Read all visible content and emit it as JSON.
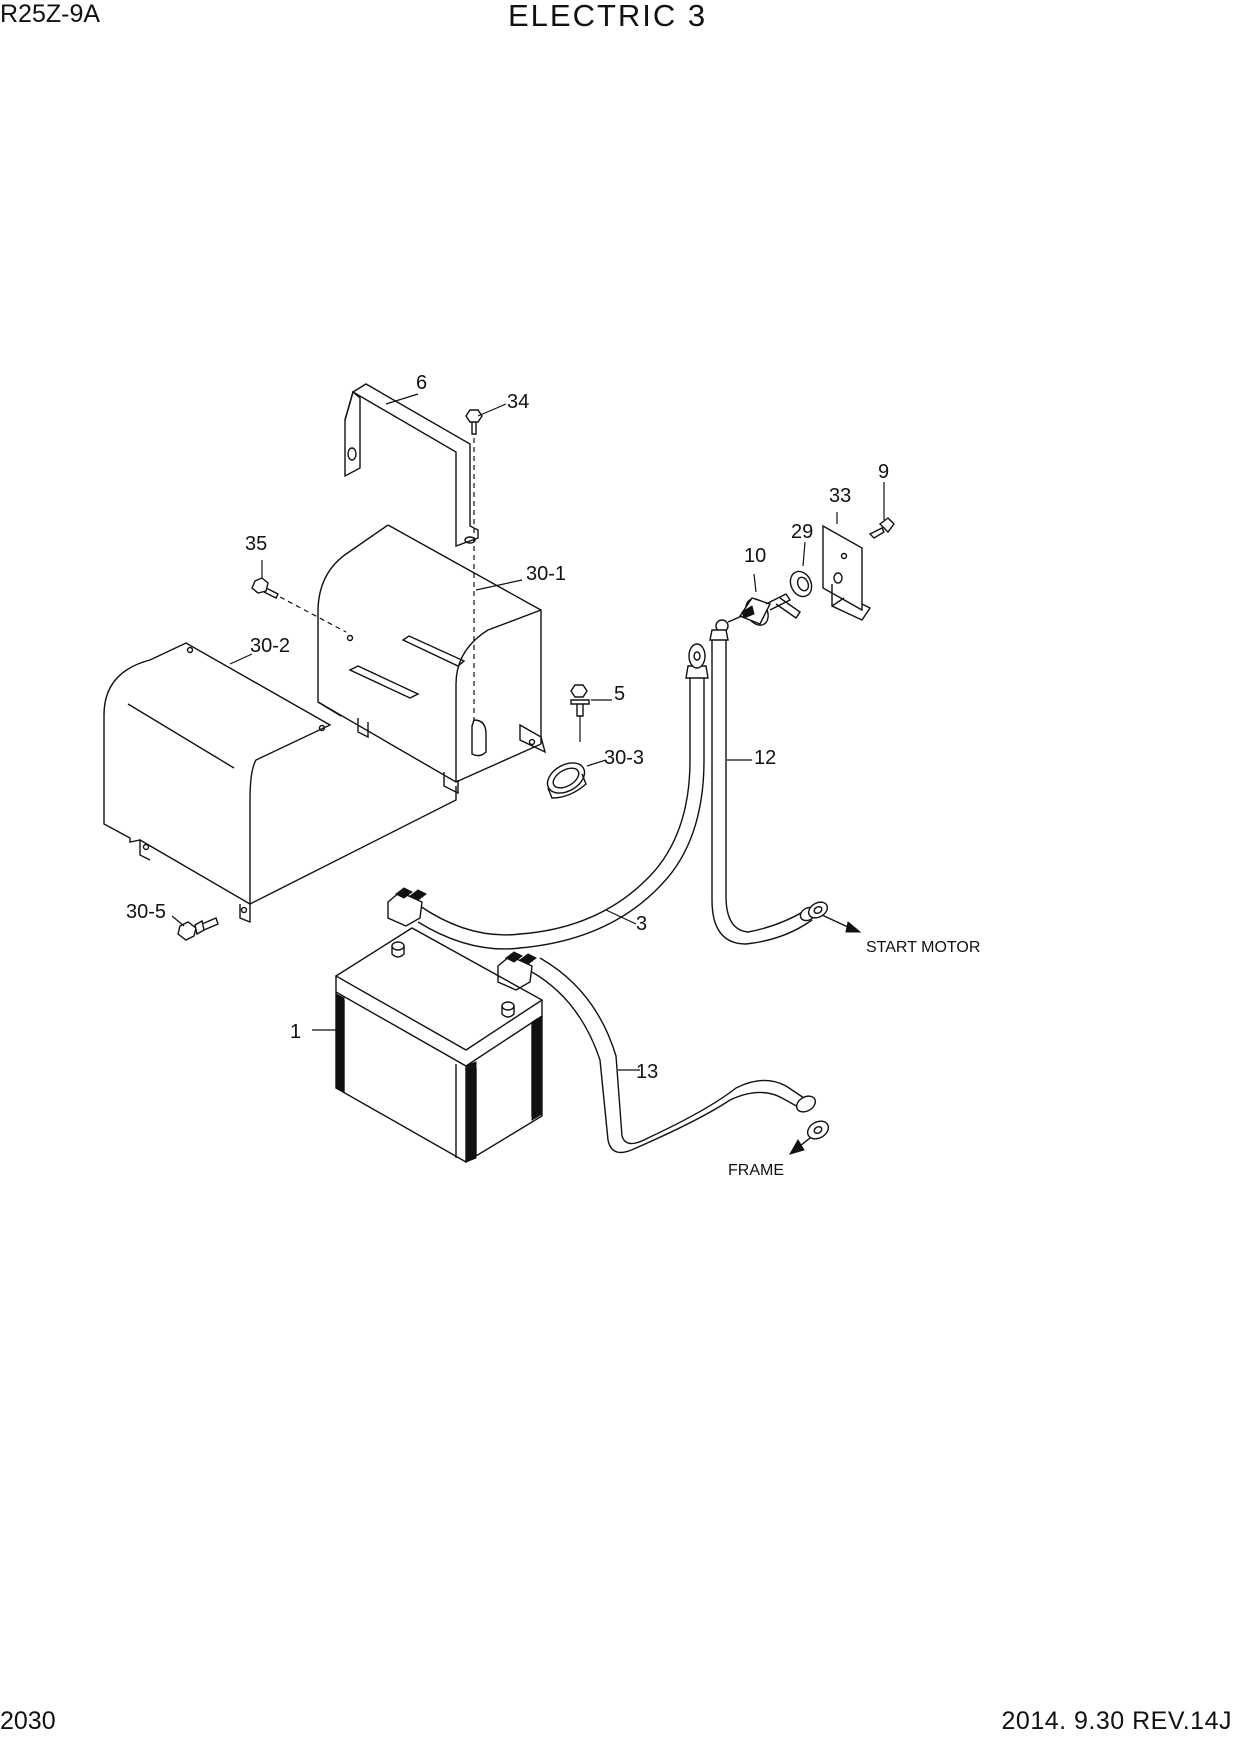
{
  "header": {
    "model": "R25Z-9A",
    "title": "ELECTRIC 3"
  },
  "footer": {
    "page": "2030",
    "revision": "2014. 9.30  REV.14J"
  },
  "callouts": {
    "c1": "1",
    "c3": "3",
    "c5": "5",
    "c6": "6",
    "c9": "9",
    "c10": "10",
    "c12": "12",
    "c13": "13",
    "c29": "29",
    "c30_1": "30-1",
    "c30_2": "30-2",
    "c30_3": "30-3",
    "c30_5": "30-5",
    "c33": "33",
    "c34": "34",
    "c35": "35"
  },
  "annotations": {
    "start_motor": "START MOTOR",
    "frame": "FRAME"
  }
}
